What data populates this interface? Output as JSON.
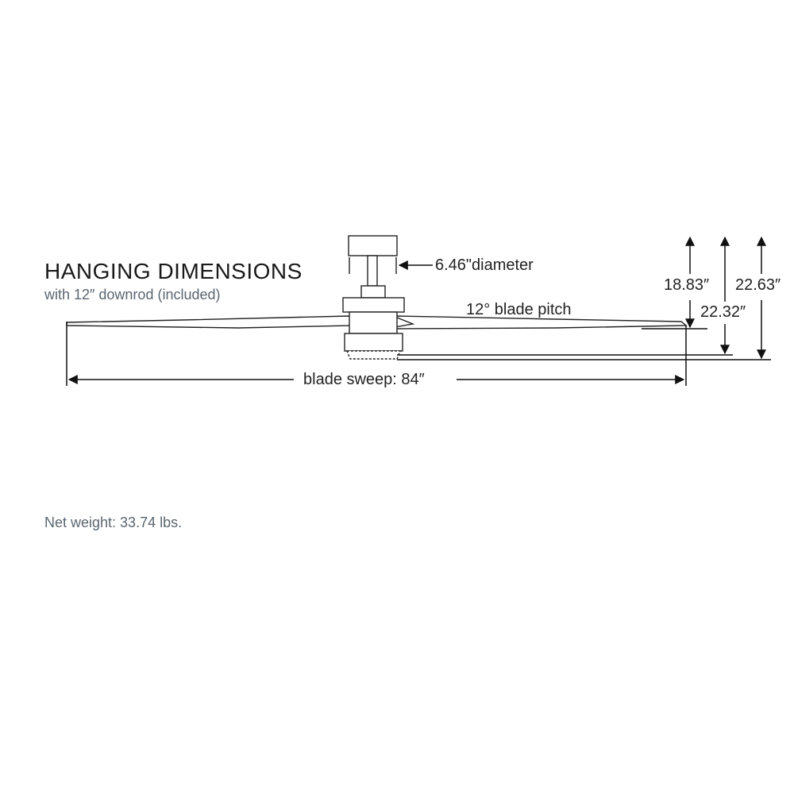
{
  "title": "HANGING DIMENSIONS",
  "subtitle": "with 12″ downrod (included)",
  "net_weight": "Net weight: 33.74 lbs.",
  "dimensions": {
    "canopy_diameter": "6.46\"diameter",
    "blade_pitch": "12° blade pitch",
    "blade_sweep": "blade sweep: 84″",
    "height_to_blade": "18.83″",
    "height_to_housing": "22.32″",
    "height_overall": "22.63″"
  },
  "colors": {
    "line": "#111111",
    "subtitle": "#5a6670"
  }
}
